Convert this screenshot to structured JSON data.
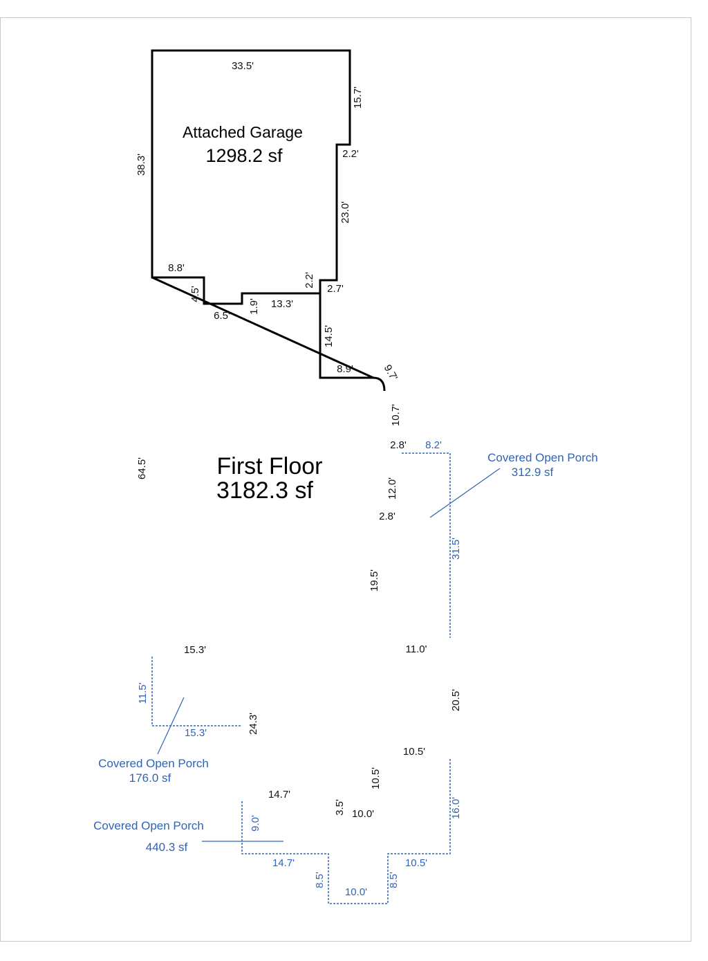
{
  "areas": {
    "garage": {
      "name": "Attached Garage",
      "sf": "1298.2 sf"
    },
    "first_floor": {
      "name": "First Floor",
      "sf": "3182.3 sf"
    },
    "porch_right": {
      "name": "Covered Open Porch",
      "sf": "312.9 sf"
    },
    "porch_left": {
      "name": "Covered Open Porch",
      "sf": "176.0 sf"
    },
    "porch_bottom": {
      "name": "Covered Open Porch",
      "sf": "440.3 sf"
    }
  },
  "dimensions": {
    "garage_top": "33.5'",
    "garage_right_upper": "15.7'",
    "garage_step": "2.2'",
    "garage_right_lower": "23.0'",
    "garage_left": "38.3'",
    "notch_top": "8.8'",
    "notch_drop": "4.5'",
    "notch_bottom": "6.5'",
    "notch_rise": "1.9'",
    "notch_run": "13.3'",
    "corner_rise": "2.2'",
    "corner_run": "2.7'",
    "middle_drop": "14.5'",
    "middle_run": "8.9'",
    "curve": "9.7'",
    "right_drop": "10.7'",
    "right_step": "2.8'",
    "right_mid": "12.0'",
    "right_step2": "2.8'",
    "right_lower": "19.5'",
    "right_jog": "11.0'",
    "right_long": "20.5'",
    "step_run": "10.5'",
    "step_rise": "10.5'",
    "bottom_run": "10.0'",
    "bottom_rise": "3.5'",
    "bottom_left_run": "14.7'",
    "inner_left": "24.3'",
    "inner_top": "15.3'",
    "left_long": "64.5'"
  },
  "porch_dimensions": {
    "right_top": "8.2'",
    "right_side": "31.5'",
    "left_side": "11.5'",
    "left_bottom": "15.3'",
    "bottom_left_side": "9.0'",
    "bottom_left": "14.7'",
    "bottom_drop_left": "8.5'",
    "bottom_base": "10.0'",
    "bottom_drop_right": "8.5'",
    "bottom_right": "10.5'",
    "bottom_right_side": "16.0'"
  }
}
